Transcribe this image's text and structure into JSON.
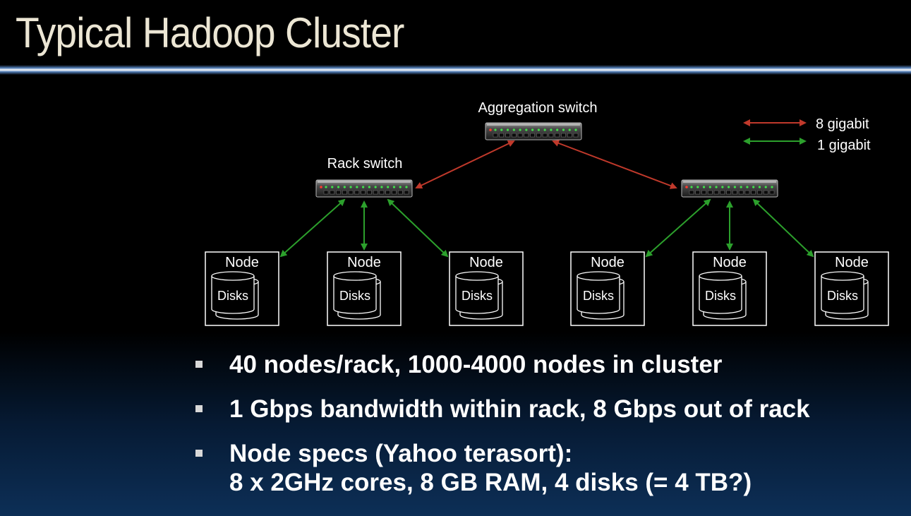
{
  "slide": {
    "title": "Typical Hadoop Cluster"
  },
  "diagram": {
    "aggregation_label": "Aggregation switch",
    "rack_label": "Rack switch",
    "legend": [
      {
        "label": "8 gigabit",
        "color": "#c0392b"
      },
      {
        "label": "1 gigabit",
        "color": "#2ca02c"
      }
    ],
    "node_title": "Node",
    "disk_label": "Disks"
  },
  "bullets": [
    {
      "lines": [
        "40 nodes/rack, 1000-4000 nodes in cluster"
      ]
    },
    {
      "lines": [
        "1 Gbps bandwidth within rack, 8 Gbps out of rack"
      ]
    },
    {
      "lines": [
        "Node specs (Yahoo terasort):",
        "8 x 2GHz cores, 8 GB RAM, 4 disks (= 4 TB?)"
      ]
    }
  ],
  "colors": {
    "title": "#ece6d4",
    "link_8gbit": "#c0392b",
    "link_1gbit": "#2ca02c",
    "node_border": "#ffffff"
  }
}
